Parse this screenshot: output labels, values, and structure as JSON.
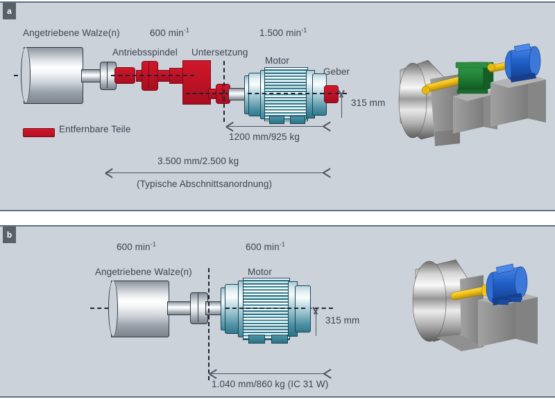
{
  "figure": {
    "background_color": "#ccd2da",
    "panel_border_color": "#5d7186",
    "text_color": "#3b4350"
  },
  "panels": [
    {
      "id": "a",
      "badge": "a",
      "labels": {
        "driven_roll": "Angetriebene Walze(n)",
        "speed_input": "600 min",
        "speed_input_exp": "-1",
        "drive_spindle": "Antriebsspindel",
        "reduction_gear": "Untersetzung",
        "speed_motor": "1.500 min",
        "speed_motor_exp": "-1",
        "motor": "Motor",
        "encoder": "Geber",
        "height": "315 mm",
        "motor_dimension": "1200 mm/925 kg",
        "total_dimension": "3.500 mm/2.500 kg",
        "arrangement_note": "(Typische Abschnittsanordnung)",
        "legend_removable": "Entfernbare Teile"
      }
    },
    {
      "id": "b",
      "badge": "b",
      "labels": {
        "speed_input": "600 min",
        "speed_input_exp": "-1",
        "speed_motor": "600 min",
        "speed_motor_exp": "-1",
        "driven_roll": "Angetriebene Walze(n)",
        "motor": "Motor",
        "height": "315 mm",
        "motor_dimension": "1.040 mm/860 kg (IC 31 W)"
      }
    }
  ],
  "colors": {
    "removable_red": "#c01226",
    "motor_teal": "#2f7b8e",
    "metal_gray": "#b9bfc6",
    "badge_bg": "#5a6068",
    "render_gearbox_green": "#1e7a34",
    "render_motor_blue": "#1f5fc0",
    "render_shaft_yellow": "#f0c010",
    "render_concrete_gray": "#9a9a9a"
  },
  "renders": [
    {
      "panel": "a",
      "scene_name": "roll-spindle-gearbox-motor-3d",
      "components": [
        "steel-roll",
        "yellow-cardan-shaft",
        "green-gearbox",
        "blue-motor",
        "concrete-foundation-block"
      ]
    },
    {
      "panel": "b",
      "scene_name": "roll-direct-motor-3d",
      "components": [
        "steel-roll",
        "yellow-shaft",
        "blue-motor",
        "concrete-foundation-block"
      ]
    }
  ]
}
